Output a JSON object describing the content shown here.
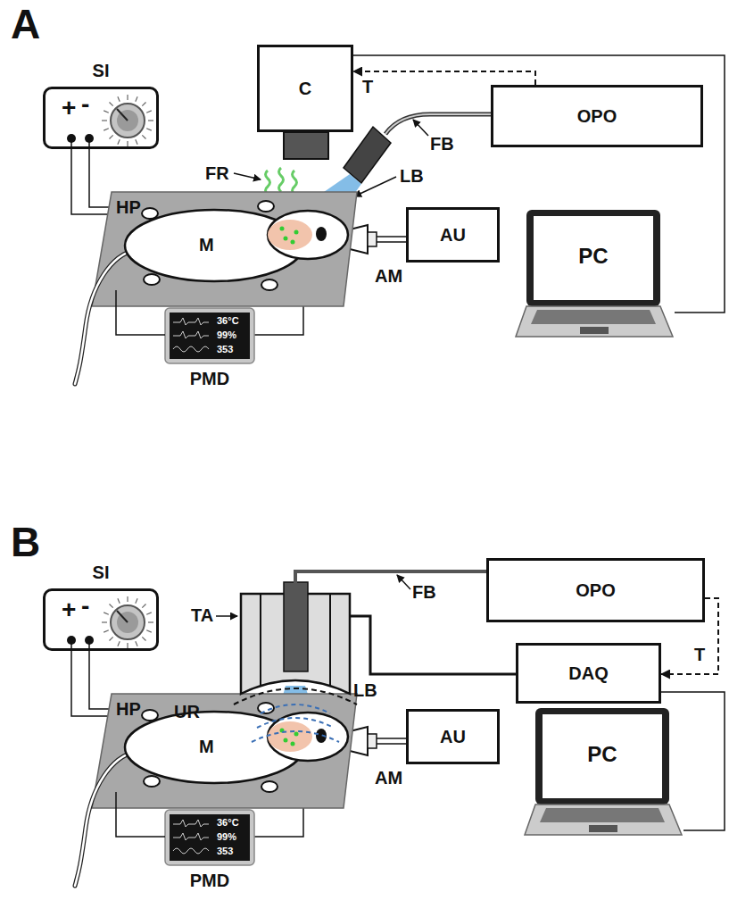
{
  "diagram": {
    "nodes": [
      {
        "text": [
          "HP"
        ]
      },
      {
        "text": [
          "M"
        ],
        "in": 0
      },
      {
        "text": [
          "SI",
          "+",
          "-"
        ]
      },
      {
        "text": [
          "C"
        ]
      },
      {
        "text": [
          "OPO"
        ]
      },
      {
        "text": [
          "AU"
        ]
      },
      {
        "text": [
          "PC"
        ]
      },
      {
        "text": [
          "PMD",
          "36°C",
          "99%",
          "353"
        ]
      },
      {
        "text": [
          "HP"
        ]
      },
      {
        "text": [
          "M"
        ],
        "in": 8
      },
      {
        "text": [
          "SI",
          "+",
          "-"
        ]
      },
      {
        "text": [
          "TA"
        ]
      },
      {
        "text": [
          "OPO"
        ]
      },
      {
        "text": [
          "DAQ"
        ]
      },
      {
        "text": [
          "AU"
        ]
      },
      {
        "text": [
          "PC"
        ]
      },
      {
        "text": [
          "PMD",
          "36°C",
          "99%",
          "353"
        ]
      }
    ],
    "edges": [
      {
        "from": 2,
        "to": 1,
        "arrow": "none"
      },
      {
        "from": 7,
        "to": 1,
        "arrow": "none"
      },
      {
        "from": 4,
        "to": 3,
        "label": "T",
        "arrow": "to"
      },
      {
        "from": 3,
        "to": 6,
        "arrow": "none"
      },
      {
        "from": 10,
        "to": 9,
        "arrow": "none"
      },
      {
        "from": 16,
        "to": 9,
        "arrow": "none"
      },
      {
        "from": 12,
        "to": 13,
        "label": "T",
        "arrow": "to"
      },
      {
        "from": 12,
        "to": 11,
        "arrow": "none"
      },
      {
        "from": 11,
        "to": 13,
        "arrow": "none"
      },
      {
        "from": 13,
        "to": 15,
        "arrow": "none"
      }
    ],
    "labels": [
      "A",
      "FR",
      "LB",
      "FB",
      "AM",
      "B",
      "FB",
      "UR",
      "LB",
      "AM"
    ]
  }
}
